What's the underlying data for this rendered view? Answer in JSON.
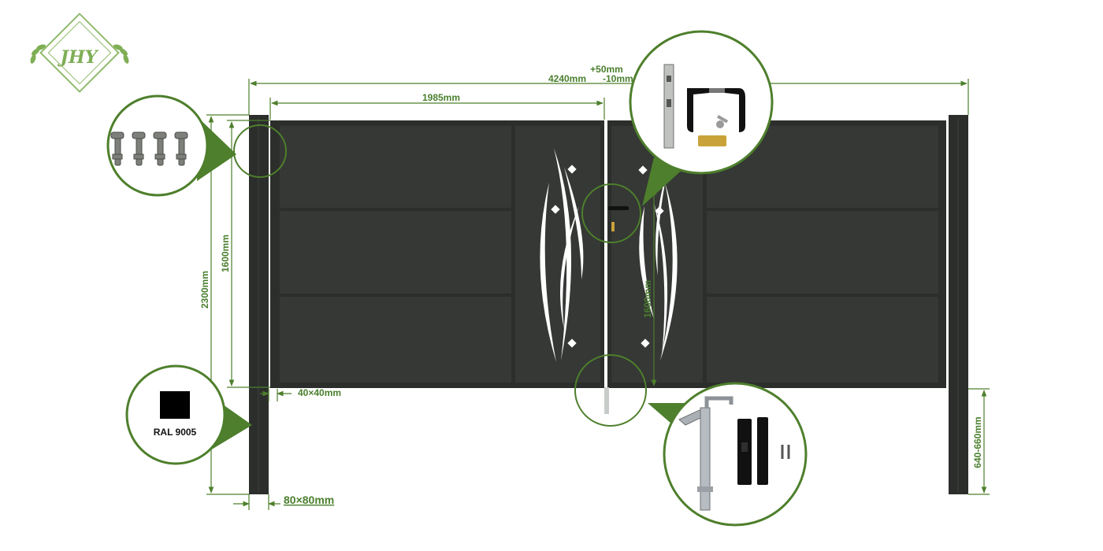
{
  "logo": {
    "text": "JHY"
  },
  "product": {
    "frame_color": "#2b2e2b",
    "panel_color": "#343734",
    "accent_color": "#4e7f2c",
    "line_color": "#5a8a38"
  },
  "dimensions": {
    "total_width": "4240mm",
    "tolerance_plus": "+50mm",
    "tolerance_minus": "-10mm",
    "leaf_width": "1985mm",
    "total_height": "2300mm",
    "gate_height": "1600mm",
    "center_height": "1600mm",
    "frame_profile": "40×40mm",
    "post_size": "80×80mm",
    "post_underground": "640-660mm"
  },
  "callouts": {
    "hinges": {
      "icon": "hinge-bolts-icon"
    },
    "lock": {
      "icon": "lock-handle-icon"
    },
    "color": {
      "label": "RAL 9005",
      "swatch": "#000000"
    },
    "drop_bolt": {
      "icon": "drop-bolt-icon"
    }
  }
}
